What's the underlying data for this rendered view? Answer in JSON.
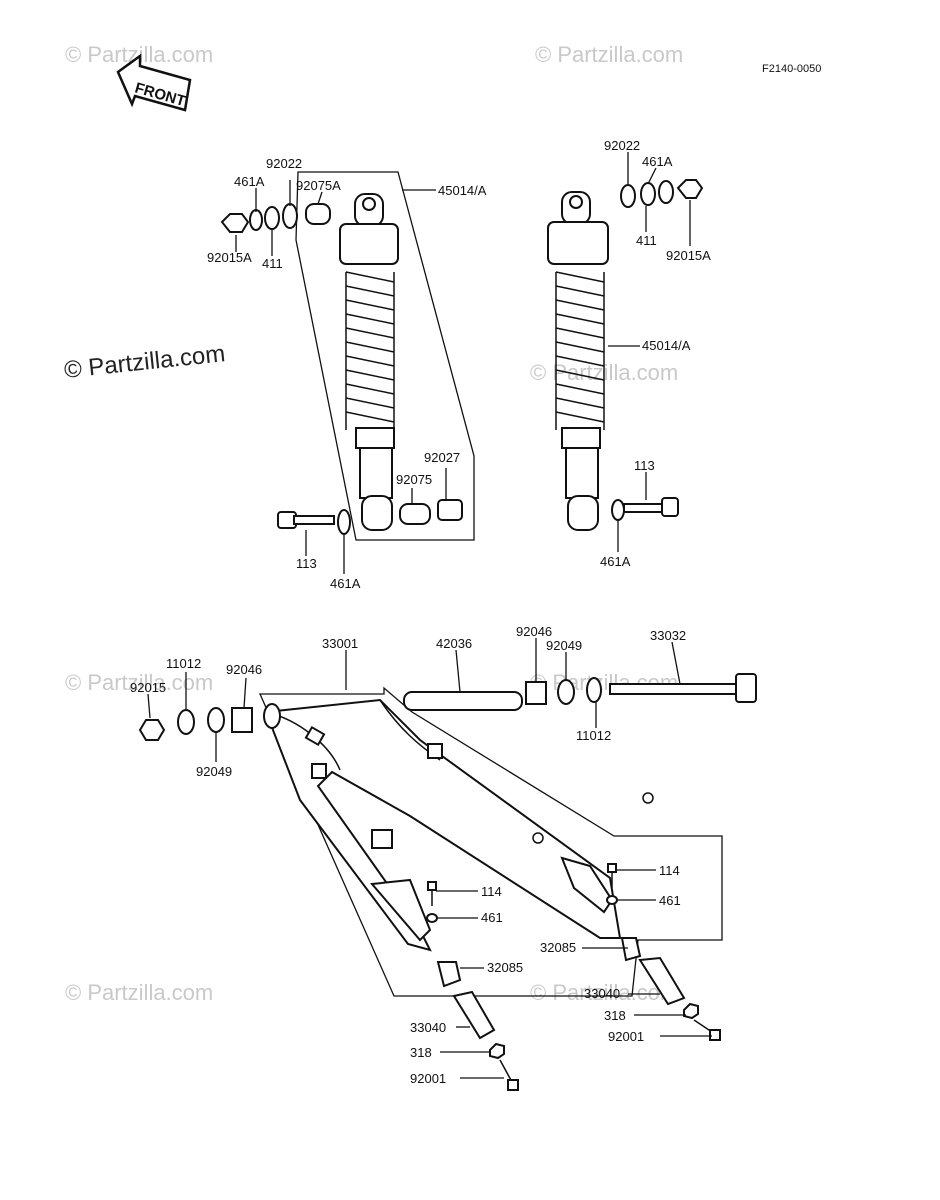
{
  "ref_code": "F2140-0050",
  "front_label": "FRONT",
  "watermarks": {
    "main": "© Partzilla.com",
    "faint": "© Partzilla.com"
  },
  "labels": {
    "p92022_left": "92022",
    "p461A_left_top": "461A",
    "p92075A": "92075A",
    "p45014A_left": "45014/A",
    "p92015A_left": "92015A",
    "p411_left": "411",
    "p92027": "92027",
    "p92075": "92075",
    "p113_left": "113",
    "p461A_left_bot": "461A",
    "p92022_right": "92022",
    "p461A_right_top": "461A",
    "p411_right": "411",
    "p92015A_right": "92015A",
    "p45014A_right": "45014/A",
    "p113_right": "113",
    "p461A_right_bot": "461A",
    "p33001": "33001",
    "p42036": "42036",
    "p92046_right": "92046",
    "p92049_right": "92049",
    "p33032": "33032",
    "p11012_right": "11012",
    "p11012_left": "11012",
    "p92046_left": "92046",
    "p92015": "92015",
    "p92049_left": "92049",
    "p114_left": "114",
    "p461_left": "461",
    "p114_right": "114",
    "p461_right": "461",
    "p32085_right": "32085",
    "p32085_left": "32085",
    "p33040_right": "33040",
    "p318_right": "318",
    "p92001_right": "92001",
    "p33040_left": "33040",
    "p318_left": "318",
    "p92001_left": "92001"
  }
}
